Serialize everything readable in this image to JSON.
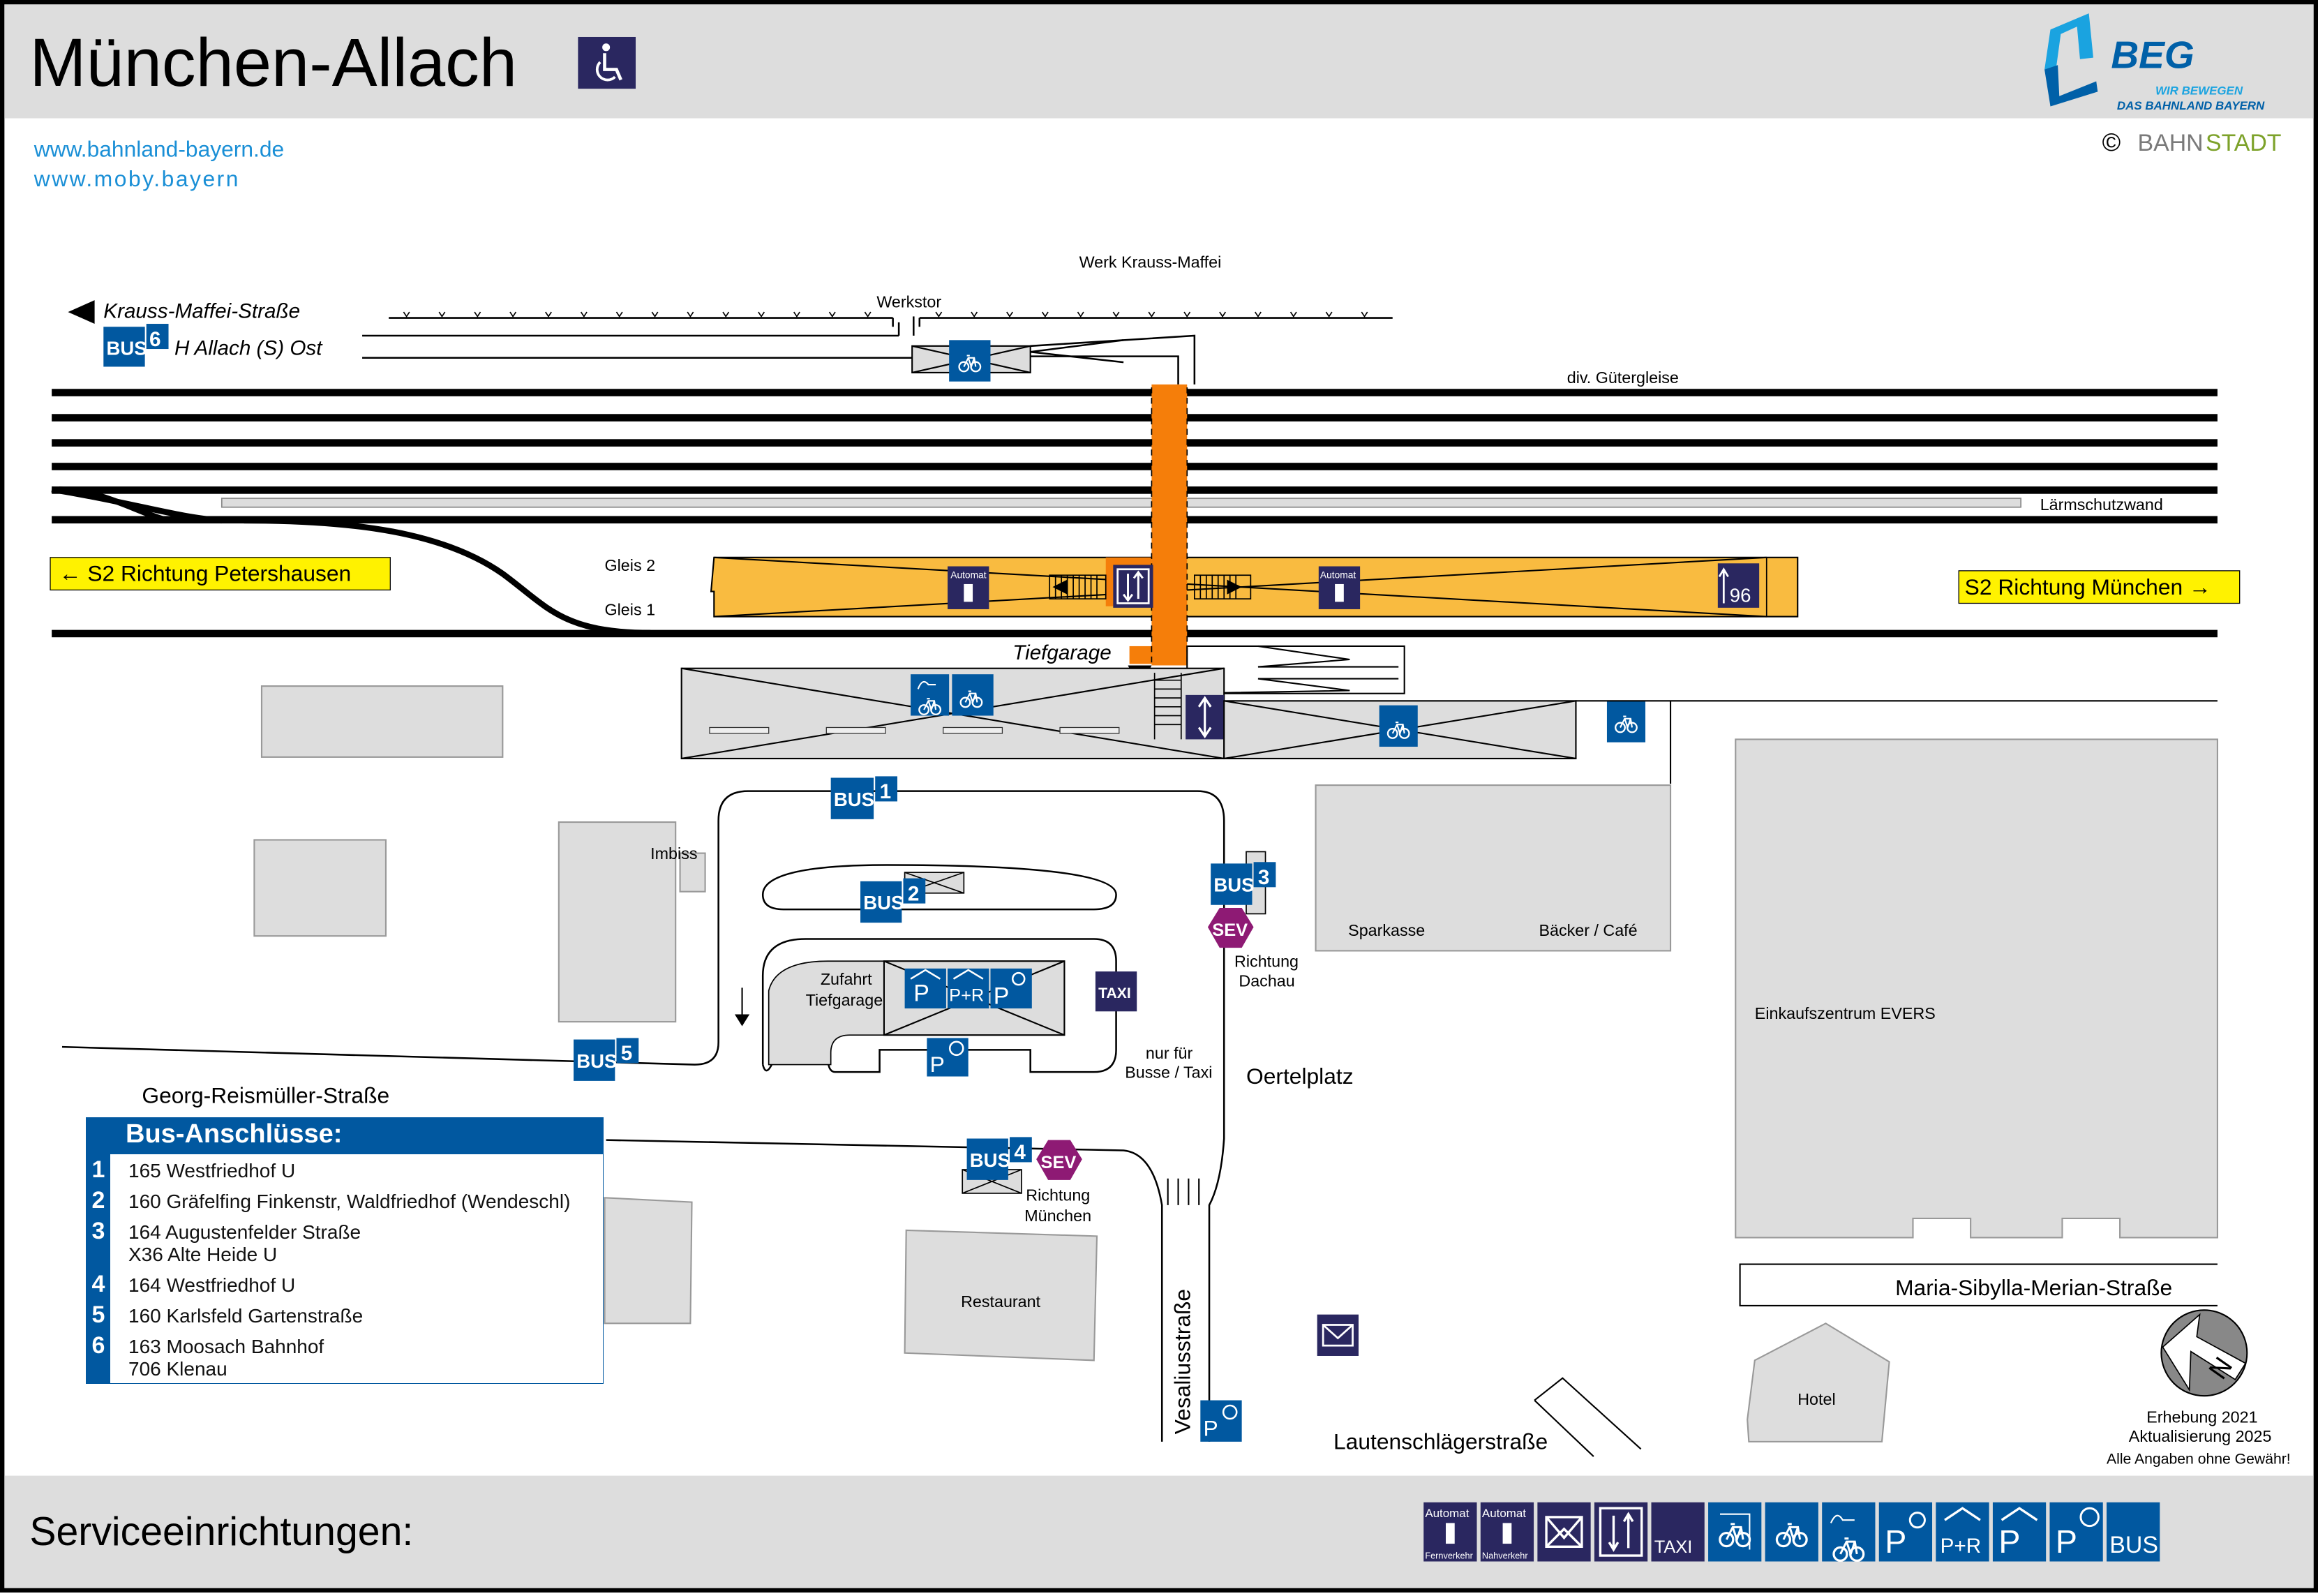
{
  "header": {
    "title": "München-Allach",
    "accessibility_icon": "wheelchair-icon",
    "links": [
      "www.bahnland-bayern.de",
      "www.moby.bayern"
    ],
    "logo": {
      "brand": "BEG",
      "tagline_1": "WIR BEWEGEN",
      "tagline_2": "DAS BAHNLAND BAYERN"
    },
    "copyright": {
      "symbol": "©",
      "part1": "BAHN",
      "part2": "STADT"
    }
  },
  "colors": {
    "header_bg": "#dddddd",
    "link_blue": "#1a8fd6",
    "beg_dark_blue": "#0060a8",
    "beg_light_blue": "#1aa3e0",
    "bahnstadt_gray": "#7a7a7a",
    "bahnstadt_green": "#7da22a",
    "platform": "#f9bb40",
    "underpass": "#f57e0a",
    "sign_blue": "#0158a0",
    "sign_navy": "#2a2760",
    "sev_purple": "#8e1a74",
    "direction_yellow": "#fff200",
    "building_gray": "#dddddd"
  },
  "map": {
    "streets": {
      "krauss_maffei": "Krauss-Maffei-Straße",
      "georg_reismueller": "Georg-Reismüller-Straße",
      "vesalius": "Vesaliusstraße",
      "oertelplatz": "Oertelplatz",
      "lautenschlaeger": "Lautenschlägerstraße",
      "maria_sibylla_merian": "Maria-Sibylla-Merian-Straße"
    },
    "labels": {
      "werk": "Werk Krauss-Maffei",
      "werkstor": "Werkstor",
      "gueterngleise": "div. Gütergleise",
      "laermschutzwand": "Lärmschutzwand",
      "gleis2": "Gleis 2",
      "gleis1": "Gleis 1",
      "tiefgarage": "Tiefgarage",
      "zufahrt_1": "Zufahrt",
      "zufahrt_2": "Tiefgarage",
      "imbiss": "Imbiss",
      "nur_fuer_1": "nur für",
      "nur_fuer_2": "Busse / Taxi",
      "richtung_dachau_1": "Richtung",
      "richtung_dachau_2": "Dachau",
      "richtung_muenchen_1": "Richtung",
      "richtung_muenchen_2": "München",
      "sparkasse": "Sparkasse",
      "baecker": "Bäcker / Café",
      "einkaufszentrum": "Einkaufszentrum EVERS",
      "restaurant": "Restaurant",
      "hotel": "Hotel",
      "h_allach": "H Allach (S) Ost"
    },
    "directions": {
      "left": "← S2 Richtung Petershausen",
      "right": "S2 Richtung München →"
    },
    "bus_stops": [
      {
        "number": "6",
        "label": "BUS"
      },
      {
        "number": "1",
        "label": "BUS"
      },
      {
        "number": "2",
        "label": "BUS"
      },
      {
        "number": "3",
        "label": "BUS"
      },
      {
        "number": "4",
        "label": "BUS"
      },
      {
        "number": "5",
        "label": "BUS"
      }
    ],
    "sev_label": "SEV",
    "taxi_label": "TAXI",
    "automat_label": "Automat",
    "platform_height_sign": "96",
    "compass": {
      "letter": "N"
    },
    "survey": {
      "line1": "Erhebung 2021",
      "line2": "Aktualisierung 2025",
      "line3": "Alle Angaben ohne Gewähr!"
    }
  },
  "bus_connections": {
    "title": "Bus-Anschlüsse:",
    "rows": [
      {
        "stop": "1",
        "lines": [
          "165 Westfriedhof U"
        ]
      },
      {
        "stop": "2",
        "lines": [
          "160 Gräfelfing Finkenstr, Waldfriedhof (Wendeschl)"
        ]
      },
      {
        "stop": "3",
        "lines": [
          "164 Augustenfelder Straße",
          "X36 Alte Heide U"
        ]
      },
      {
        "stop": "4",
        "lines": [
          "164 Westfriedhof U"
        ]
      },
      {
        "stop": "5",
        "lines": [
          "160 Karlsfeld Gartenstraße"
        ]
      },
      {
        "stop": "6",
        "lines": [
          "163 Moosach Bahnhof",
          "706 Klenau"
        ]
      }
    ]
  },
  "footer": {
    "title": "Serviceeinrichtungen:",
    "icons": [
      {
        "name": "ticket-machine-long-distance-icon",
        "label": "Automat",
        "sub": "Fernverkehr",
        "bg": "navy"
      },
      {
        "name": "ticket-machine-regional-icon",
        "label": "Automat",
        "sub": "Nahverkehr",
        "bg": "navy"
      },
      {
        "name": "mailbox-icon",
        "label": "",
        "sub": "",
        "bg": "navy"
      },
      {
        "name": "elevator-icon",
        "label": "",
        "sub": "",
        "bg": "navy"
      },
      {
        "name": "taxi-icon",
        "label": "TAXI",
        "sub": "",
        "bg": "navy"
      },
      {
        "name": "covered-bike-parking-icon",
        "label": "",
        "sub": "",
        "bg": "blue"
      },
      {
        "name": "bike-parking-icon",
        "label": "",
        "sub": "",
        "bg": "blue"
      },
      {
        "name": "ebike-charging-icon",
        "label": "",
        "sub": "",
        "bg": "blue"
      },
      {
        "name": "disabled-parking-icon",
        "label": "P",
        "sub": "",
        "bg": "blue"
      },
      {
        "name": "park-and-ride-icon",
        "label": "P+R",
        "sub": "",
        "bg": "blue"
      },
      {
        "name": "parking-garage-icon",
        "label": "P",
        "sub": "",
        "bg": "blue"
      },
      {
        "name": "short-term-parking-icon",
        "label": "P",
        "sub": "",
        "bg": "blue"
      },
      {
        "name": "bus-icon",
        "label": "BUS",
        "sub": "",
        "bg": "blue"
      }
    ]
  }
}
